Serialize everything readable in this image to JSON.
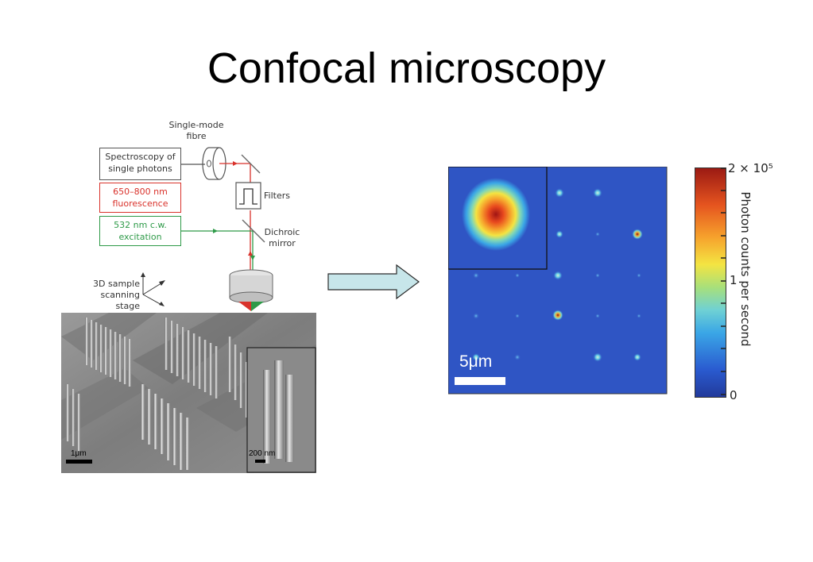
{
  "slide": {
    "title": "Confocal microscopy"
  },
  "setup": {
    "fibre_line1": "Single-mode",
    "fibre_line2": "fibre",
    "spectroscopy_line1": "Spectroscopy of",
    "spectroscopy_line2": "single photons",
    "fluorescence_line1": "650–800 nm",
    "fluorescence_line2": "fluorescence",
    "excitation_line1": "532 nm c.w.",
    "excitation_line2": "excitation",
    "filters": "Filters",
    "dichroic_line1": "Dichroic",
    "dichroic_line2": "mirror",
    "stage_line1": "3D sample",
    "stage_line2": "scanning stage"
  },
  "sem": {
    "scale_main": "1μm",
    "scale_inset": "200 nm"
  },
  "scan": {
    "scale": "5μm"
  },
  "colorbar": {
    "max": "2 × 10⁵",
    "mid": "1",
    "min": "0",
    "label": "Photon counts per second"
  },
  "colors": {
    "fluorescence": "#d9322b",
    "excitation": "#2e9a48",
    "map_bg": "#2f55c4"
  },
  "icons": [
    "arrow-right-icon"
  ]
}
